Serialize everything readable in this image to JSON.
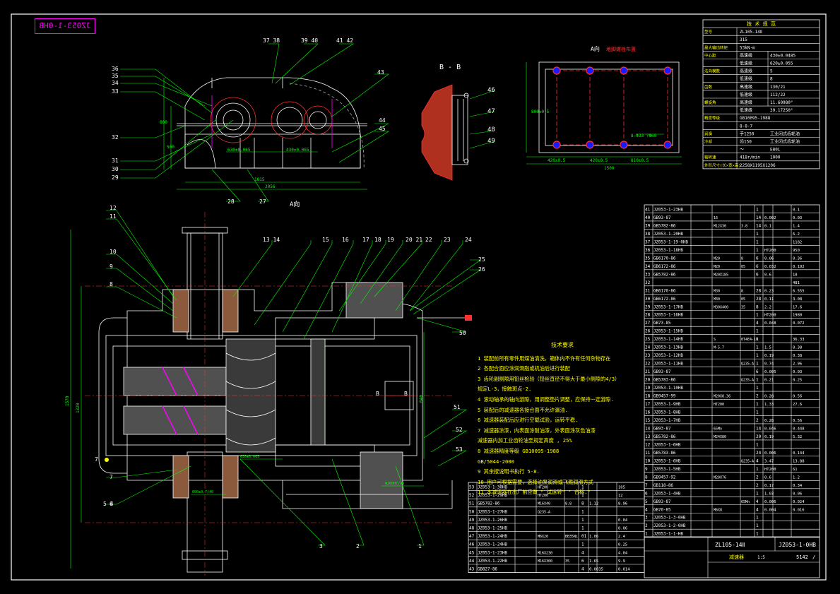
{
  "stamp": {
    "text": "JZ053-1-0HB"
  },
  "top_view": {
    "label_a_view": "A向",
    "callouts_left": [
      "36",
      "35",
      "34",
      "33",
      "32",
      "31",
      "30",
      "29"
    ],
    "callouts_top": [
      "37 38",
      "39 40",
      "41 42",
      "43"
    ],
    "callouts_right": [
      "44",
      "45"
    ],
    "callouts_bottom": [
      "28",
      "27"
    ],
    "dims": [
      "630±0.065",
      "430±0.065",
      "1815",
      "2056",
      "500",
      "600"
    ]
  },
  "section_bb": {
    "title": "B - B",
    "callouts": [
      "46",
      "47",
      "48",
      "49"
    ]
  },
  "a_view": {
    "title": "A向",
    "subtitle": "地脚螺栓布置",
    "hole_note": "8-Φ33 ?Φ60",
    "dims": [
      "420±0.5",
      "420±0.5",
      "810±0.5",
      "1500",
      "800±0.5"
    ]
  },
  "main_view": {
    "callouts_left": [
      "12",
      "11",
      "10",
      "9",
      "8",
      "7",
      "6",
      "5 4",
      "3"
    ],
    "callouts_top": [
      "13 14",
      "15",
      "16",
      "17",
      "18",
      "19",
      "20 21",
      "22",
      "23",
      "24",
      "25",
      "26"
    ],
    "callouts_right": [
      "50",
      "51",
      "52",
      "53",
      "1",
      "2"
    ],
    "dims": [
      "1570",
      "1320",
      "630±0.065",
      "600±0.7/40",
      "Φ260H7/s6",
      "640"
    ],
    "section_marks": [
      "B",
      "B"
    ]
  },
  "tech_notes": {
    "title": "技术要求",
    "lines": [
      "1  装配前所有零件用煤油清洗，箱体内不许有任何杂物存在",
      "2  各配合面应涂润滑脂或机油后进行装配",
      "3  齿轮副侧隙用铅丝检验（铅丝直径不得大于最小侧隙的4/3）",
      "   规定L-3，接触斑点-2.",
      "4  滚动轴承的轴向游隙，用调整垫片调整，应保持一定游隙.",
      "5  装配后的减速器各接合面不允许漏油.",
      "6  减速器装配后应进行空载试验，运转平稳.",
      "7  减速器涂漆，内表面涂耐油漆，外表面涂灰色油漆",
      "   减速器内加工业齿轮油至规定高度                ,  25%",
      "8  减速器精度等级      GB10095-1988",
      "   GB/5044-2000",
      "9  其余按说明书执行          5-8.",
      "10  用户可根据需要，选择油泵润滑或飞溅润滑方式",
      "11  本减速器在出厂前应做 \"        试运转\"   \"  合格.\""
    ]
  },
  "spec_table": {
    "title": "技  术  规  范",
    "rows": [
      [
        "型号",
        "ZL105-14Ⅱ",
        ""
      ],
      [
        "",
        "315",
        ""
      ],
      [
        "最大输出转矩",
        "53kN·m",
        ""
      ],
      [
        "中心距",
        "高速级",
        "430±0.0485"
      ],
      [
        "",
        "低速级",
        "620±0.055"
      ],
      [
        "法向模数",
        "高速级",
        "5"
      ],
      [
        "",
        "低速级",
        "8"
      ],
      [
        "齿数",
        "高速级",
        "130/21"
      ],
      [
        "",
        "低速级",
        "112/22"
      ],
      [
        "螺旋角",
        "高速级",
        "11.60980°"
      ],
      [
        "",
        "低速级",
        "39.17250°"
      ],
      [
        "精度等级",
        "GB10095-1988",
        ""
      ],
      [
        "",
        "8-8-7",
        ""
      ],
      [
        "润滑",
        "手1250",
        "工业闭式齿轮油"
      ],
      [
        "冷却",
        "齿150",
        "工业闭式齿轮油"
      ],
      [
        "",
        "～",
        "E80L"
      ],
      [
        "轴转速",
        "418r/min",
        "1000"
      ],
      [
        "外形尺寸(长×宽×高)",
        "2258X1195X1206",
        ""
      ]
    ]
  },
  "bom_right": {
    "rows": [
      [
        "41",
        "JZ053-1-23HB",
        "",
        "",
        "",
        "1",
        "",
        "0.1"
      ],
      [
        "40",
        "GB93-87",
        "",
        "16",
        "",
        "14",
        "0.002",
        "0.03"
      ],
      [
        "39",
        "GB5782-86",
        "",
        "M12X30",
        "3.8",
        "14",
        "0.1",
        "1.4"
      ],
      [
        "38",
        "JZ053-1-20HB",
        "",
        "",
        "",
        "1",
        "",
        "6.2"
      ],
      [
        "37",
        "JZ053-1-19-0HB",
        "",
        "",
        "",
        "1",
        "",
        "1182"
      ],
      [
        "36",
        "JZ053-1-18HB",
        "",
        "",
        "",
        "1",
        "HT200",
        "950"
      ],
      [
        "35",
        "GB6170-86",
        "",
        "M20",
        "8",
        "6",
        "0.06",
        "0.36"
      ],
      [
        "34",
        "GB6172-86",
        "",
        "M20",
        "05",
        "6",
        "0.032",
        "0.192"
      ],
      [
        "33",
        "GB5782-86",
        "",
        "M20X185",
        "",
        "6",
        "0.6",
        "18"
      ],
      [
        "32",
        "",
        "",
        "",
        "",
        "",
        "",
        "481"
      ],
      [
        "31",
        "GB6170-86",
        "",
        "M30",
        "8",
        "28",
        "0.23",
        "6.555"
      ],
      [
        "30",
        "GB6172-86",
        "",
        "M30",
        "05",
        "28",
        "0.11",
        "3.08"
      ],
      [
        "29",
        "JZ053-1-17HB",
        "",
        "M30X400",
        "35",
        "8",
        "2.2",
        "17.6"
      ],
      [
        "28",
        "JZ053-1-16HB",
        "",
        "",
        "",
        "1",
        "HT200",
        "1980"
      ],
      [
        "27",
        "GB73-85",
        "",
        "",
        "",
        "4",
        "0.048",
        "0.072"
      ],
      [
        "26",
        "JZ053-1-15HB",
        "",
        "",
        "",
        "1",
        "",
        ""
      ],
      [
        "25",
        "JZ053-1-14HB",
        "",
        "S",
        "0T4E4-10",
        "1",
        "",
        "36.33"
      ],
      [
        "24",
        "JZ053-1-13HB",
        "",
        "M-5.7",
        "",
        "1",
        "1.5",
        "0.38"
      ],
      [
        "23",
        "JZ053-1-12HB",
        "",
        "",
        "",
        "1",
        "0.19",
        "0.38"
      ],
      [
        "22",
        "JZ053-1-11HB",
        "",
        "",
        "Q235-A",
        "1",
        "0.74",
        "2.96"
      ],
      [
        "21",
        "GB93-87",
        "",
        "",
        "",
        "6",
        "0.005",
        "0.03"
      ],
      [
        "20",
        "GB5783-86",
        "",
        "",
        "Q235-A",
        "1",
        "0.21",
        "0.25"
      ],
      [
        "19",
        "JZ053-1-10HB",
        "",
        "",
        "",
        "1",
        "",
        ""
      ],
      [
        "18",
        "GB9457-99",
        "",
        "M20X8.36",
        "",
        "2",
        "0.28",
        "0.56"
      ],
      [
        "17",
        "JZ053-1-9HB",
        "",
        "HT200",
        "",
        "1",
        "1.33",
        "27.6"
      ],
      [
        "16",
        "JZ053-1-8HB",
        "",
        "",
        "",
        "1",
        "",
        ""
      ],
      [
        "15",
        "JZ053-1-7HB",
        "",
        "",
        "",
        "2",
        "0.28",
        "0.56"
      ],
      [
        "14",
        "GB93-87",
        "",
        "65Mn",
        "",
        "14",
        "0.046",
        "0.448"
      ],
      [
        "13",
        "GB5782-86",
        "",
        "M24X80",
        "",
        "20",
        "0.19",
        "5.32"
      ],
      [
        "12",
        "JZ053-1-6HB",
        "",
        "",
        "",
        "1",
        "",
        ""
      ],
      [
        "11",
        "GB5783-86",
        "",
        "",
        "",
        "24",
        "0.006",
        "0.144"
      ],
      [
        "10",
        "JZ053-1-6HB",
        "",
        "",
        "Q235-A",
        "4",
        "3.47",
        "13.88"
      ],
      [
        "9",
        "JZ053-1-5HB",
        "",
        "",
        "",
        "1",
        "HT200",
        "61"
      ],
      [
        "8",
        "GB9457-92",
        "",
        "M20X76",
        "",
        "2",
        "0.6",
        "1.2"
      ],
      [
        "7",
        "GB118-86",
        "",
        "",
        "",
        "2",
        "0.17",
        "0.34"
      ],
      [
        "6",
        "JZ053-1-4HB",
        "",
        "",
        "",
        "1",
        "1.03",
        "0.06"
      ],
      [
        "5",
        "GB93-87",
        "",
        "",
        "65Mn",
        "4",
        "0.006",
        "0.024"
      ],
      [
        "4",
        "GB70-85",
        "",
        "M6X8",
        "",
        "4",
        "0.004",
        "0.016"
      ],
      [
        "3",
        "JZ053-1-3-0HB",
        "",
        "",
        "",
        "1",
        "",
        ""
      ],
      [
        "2",
        "JZ053-1-2-0HB",
        "",
        "",
        "",
        "1",
        "",
        ""
      ],
      [
        "1",
        "JZ053-1-1-HB",
        "",
        "",
        "",
        "1",
        "",
        ""
      ]
    ],
    "title_block": {
      "model": "ZL105-14Ⅱ",
      "drawing_no": "JZ053-1-0HB",
      "name": "减速器",
      "scale": "1:5",
      "weight": "5142",
      "sheet": "/"
    }
  },
  "bom_left": {
    "rows": [
      [
        "53",
        "JZ053-1-30HB",
        "",
        "HT200",
        "",
        "1",
        "",
        "105"
      ],
      [
        "52",
        "JZ053-1-29HB",
        "",
        "HT200",
        "",
        "1",
        "",
        "12"
      ],
      [
        "51",
        "GB5782-86",
        "",
        "M16X40",
        "8.8",
        "8",
        "1.12",
        "8.96"
      ],
      [
        "50",
        "JZ053-1-27HB",
        "",
        "Q235-A",
        "",
        "1",
        "",
        ""
      ],
      [
        "49",
        "JZ053-1-26HB",
        "",
        "",
        "",
        "1",
        "",
        "0.04"
      ],
      [
        "48",
        "JZ053-1-25HB",
        "",
        "",
        "",
        "1",
        "",
        "0.06"
      ],
      [
        "47",
        "JZ053-1-24HB",
        "",
        "M6X20",
        "BB35Ni",
        "01",
        "1.06",
        "2.4"
      ],
      [
        "46",
        "JZ053-1-24HB",
        "",
        "",
        "",
        "1",
        "",
        "0.25"
      ],
      [
        "45",
        "JZ053-1-23HB",
        "",
        "M16X230",
        "",
        "4",
        "",
        "4.04"
      ],
      [
        "44",
        "JZ053-1-22HB",
        "",
        "M16X300",
        "35",
        "6",
        "1.65",
        "9.9"
      ],
      [
        "43",
        "GB827-86",
        "",
        "",
        "",
        "4",
        "0.0035",
        "0.014"
      ]
    ]
  }
}
